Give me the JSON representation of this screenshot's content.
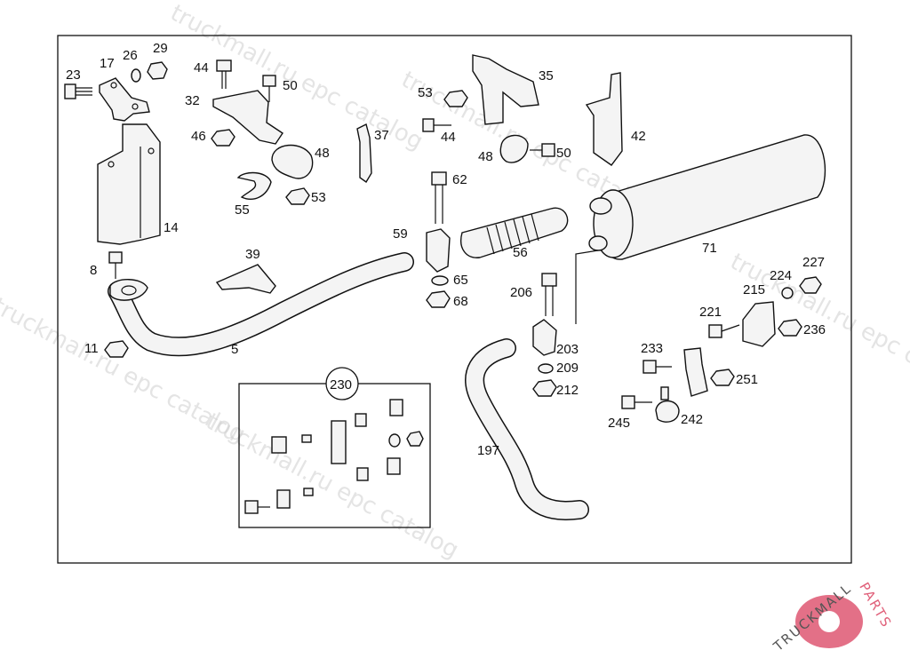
{
  "diagram": {
    "labels": {
      "p23": "23",
      "p17": "17",
      "p26": "26",
      "p29": "29",
      "p44a": "44",
      "p32": "32",
      "p50a": "50",
      "p46": "46",
      "p48a": "48",
      "p53a": "53",
      "p55": "55",
      "p14": "14",
      "p37": "37",
      "p53b": "53",
      "p44b": "44",
      "p35": "35",
      "p48b": "48",
      "p50b": "50",
      "p42": "42",
      "p62": "62",
      "p59": "59",
      "p56": "56",
      "p71": "71",
      "p65": "65",
      "p68": "68",
      "p39": "39",
      "p8": "8",
      "p5": "5",
      "p11": "11",
      "p206": "206",
      "p203": "203",
      "p209": "209",
      "p212": "212",
      "p197": "197",
      "p227": "227",
      "p224": "224",
      "p215": "215",
      "p221": "221",
      "p236": "236",
      "p233": "233",
      "p251": "251",
      "p245": "245",
      "p242": "242",
      "p230": "230"
    }
  },
  "watermark": {
    "text_a": "truckmall.ru epc catalog",
    "text_b": "truckmall.ru epc catalog",
    "text_c": "truckmall.ru epc catalog",
    "text_d": "truckmall.ru epc catalog",
    "text_e": "truckmall.ru epc catalog"
  },
  "logo": {
    "name_dark": "TRUCKMALL",
    "name_accent": "PARTS",
    "colors": {
      "dark": "#555555",
      "accent": "#e0607a"
    }
  }
}
